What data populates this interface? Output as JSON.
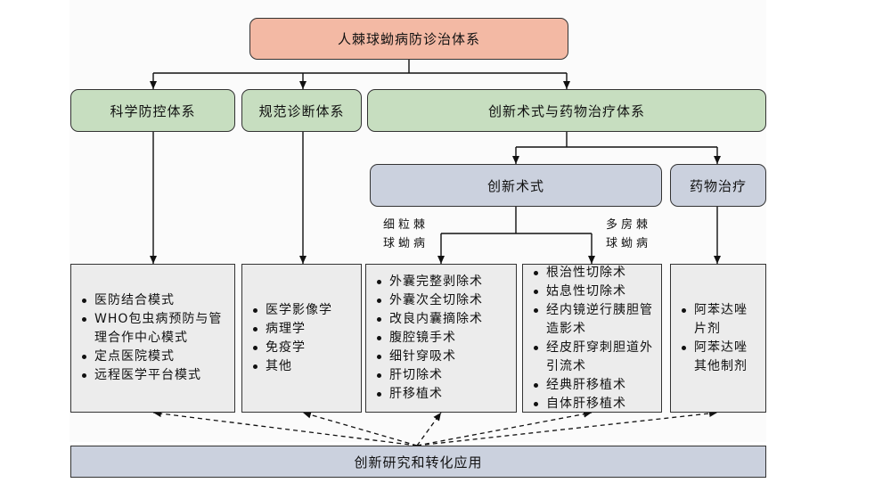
{
  "root": "人棘球蚴病防诊治体系",
  "systems": {
    "prevention": "科学防控体系",
    "diagnosis": "规范诊断体系",
    "treatment": "创新术式与药物治疗体系"
  },
  "treatment_branches": {
    "surgery": "创新术式",
    "drug": "药物治疗"
  },
  "branch_labels": {
    "fine": [
      "细粒棘",
      "球蚴病"
    ],
    "multi": [
      "多房棘",
      "球蚴病"
    ]
  },
  "lists": {
    "prevention": [
      "医防结合模式",
      "WHO包虫病预防与管理合作中心模式",
      "定点医院模式",
      "远程医学平台模式"
    ],
    "diagnosis": [
      "医学影像学",
      "病理学",
      "免疫学",
      "其他"
    ],
    "fine_surgery": [
      "外囊完整剥除术",
      "外囊次全切除术",
      "改良内囊摘除术",
      "腹腔镜手术",
      "细针穿吸术",
      "肝切除术",
      "肝移植术"
    ],
    "multi_surgery": [
      "根治性切除术",
      "姑息性切除术",
      "经内镜逆行胰胆管造影术",
      "经皮肝穿刺胆道外引流术",
      "经典肝移植术",
      "自体肝移植术"
    ],
    "drug": [
      "阿苯达唑片剂",
      "阿苯达唑其他制剂"
    ]
  },
  "bottom": "创新研究和转化应用"
}
